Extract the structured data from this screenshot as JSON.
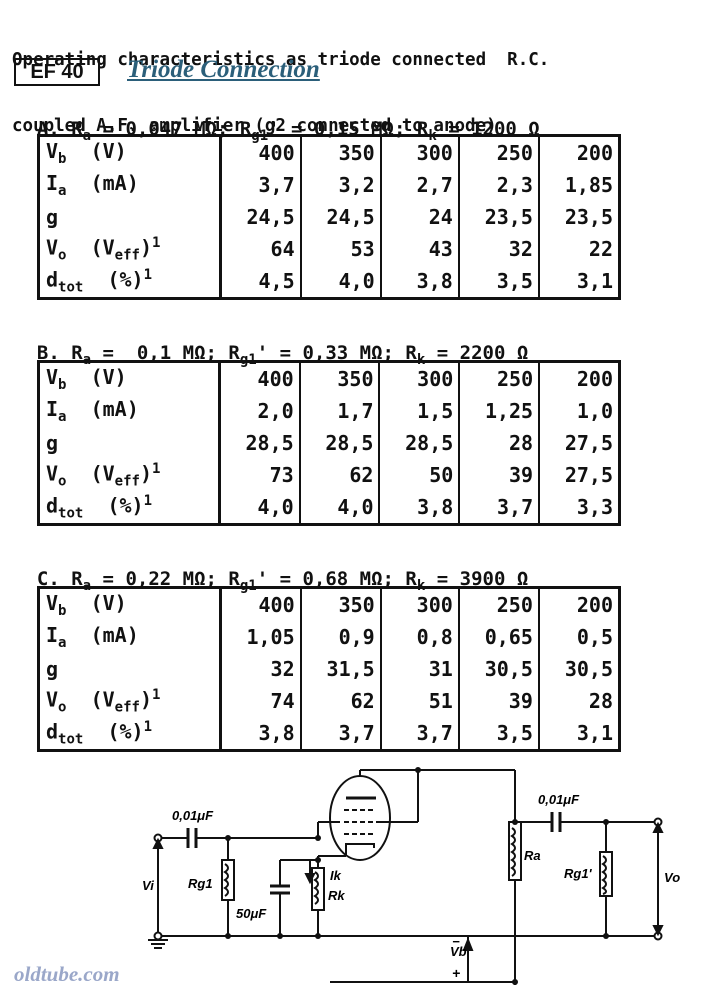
{
  "header": {
    "line1": "Operating characteristics as triode connected  R.C.",
    "line2": "coupled A.F. amplifier (g2 connected to anode)",
    "badge": "EF 40",
    "subtitle": "Triode Connection"
  },
  "row_labels": {
    "vb": {
      "sym": "V",
      "sub": "b",
      "unit": "(V)"
    },
    "ia": {
      "sym": "I",
      "sub": "a",
      "unit": "(mA)"
    },
    "g": {
      "sym": "g"
    },
    "vo": {
      "sym": "V",
      "sub": "o",
      "unit": "(V",
      "unit_sub": "eff",
      "unit_close": ")",
      "sup": "1"
    },
    "dtot": {
      "sym": "d",
      "sub": "tot",
      "unit": "(%)",
      "sup": "1"
    }
  },
  "sections": [
    {
      "id": "A",
      "letter": "A.",
      "ra": "0,047 MΩ",
      "rg1": "0,15 MΩ",
      "rk": "1200 Ω",
      "vb": [
        "400",
        "350",
        "300",
        "250",
        "200"
      ],
      "ia": [
        "3,7",
        "3,2",
        "2,7",
        "2,3",
        "1,85"
      ],
      "g": [
        "24,5",
        "24,5",
        "24",
        "23,5",
        "23,5"
      ],
      "vo": [
        "64",
        "53",
        "43",
        "32",
        "22"
      ],
      "dtot": [
        "4,5",
        "4,0",
        "3,8",
        "3,5",
        "3,1"
      ]
    },
    {
      "id": "B",
      "letter": "B.",
      "ra": "0,1 MΩ",
      "rg1": "0,33 MΩ",
      "rk": "2200 Ω",
      "vb": [
        "400",
        "350",
        "300",
        "250",
        "200"
      ],
      "ia": [
        "2,0",
        "1,7",
        "1,5",
        "1,25",
        "1,0"
      ],
      "g": [
        "28,5",
        "28,5",
        "28,5",
        "28",
        "27,5"
      ],
      "vo": [
        "73",
        "62",
        "50",
        "39",
        "27,5"
      ],
      "dtot": [
        "4,0",
        "4,0",
        "3,8",
        "3,7",
        "3,3"
      ]
    },
    {
      "id": "C",
      "letter": "C.",
      "ra": "0,22 MΩ",
      "rg1": "0,68 MΩ",
      "rk": "3900 Ω",
      "vb": [
        "400",
        "350",
        "300",
        "250",
        "200"
      ],
      "ia": [
        "1,05",
        "0,9",
        "0,8",
        "0,65",
        "0,5"
      ],
      "g": [
        "32",
        "31,5",
        "31",
        "30,5",
        "30,5"
      ],
      "vo": [
        "74",
        "62",
        "51",
        "39",
        "28"
      ],
      "dtot": [
        "3,8",
        "3,7",
        "3,7",
        "3,5",
        "3,1"
      ]
    }
  ],
  "circuit": {
    "c_in": "0,01μF",
    "c_out": "0,01μF",
    "vi": "Vi",
    "rg1": "Rg1",
    "c_k": "50μF",
    "ik": "Ik",
    "rk": "Rk",
    "ra": "Ra",
    "rg1_next": "Rg1'",
    "vo": "Vo",
    "vb": "Vb",
    "minus": "−",
    "plus": "+"
  },
  "watermark": "oldtube.com",
  "colors": {
    "subtitle": "#2b5f7a",
    "watermark": "#9aa7c9",
    "ink": "#111111"
  }
}
